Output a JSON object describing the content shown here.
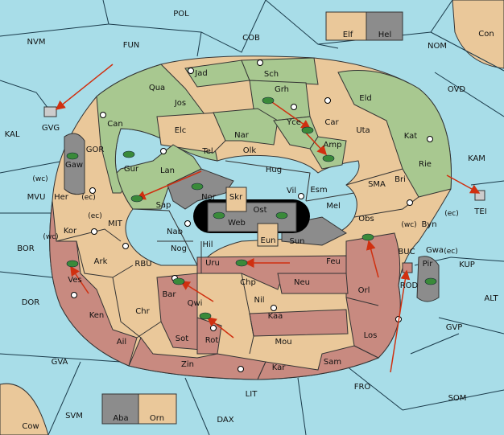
{
  "colors": {
    "sea": "#a8dde8",
    "land_neutral": "#eac89a",
    "land_green": "#a8c890",
    "land_red": "#c88a80",
    "land_grey": "#8c8c8c",
    "black": "#000000",
    "arrow": "#d03010",
    "unit": "#3a8a3a",
    "border": "#1a3a4a"
  },
  "sea_labels": [
    "POL",
    "NVM",
    "FUN",
    "COB",
    "NOM",
    "Con",
    "OVD",
    "KAL",
    "KAM",
    "GOR",
    "MIT",
    "MVU",
    "SMA",
    "BOR",
    "RBU",
    "BUC",
    "KUP",
    "DOR",
    "ALT",
    "GVP",
    "GVA",
    "FRO",
    "SOM",
    "LIT",
    "SVM",
    "DAX",
    "Cow",
    "GVG",
    "TEI",
    "ROD"
  ],
  "land_labels": [
    "Jad",
    "Sch",
    "Qua",
    "Grh",
    "Jos",
    "Eld",
    "Can",
    "Car",
    "Elc",
    "Nar",
    "Yce",
    "Uta",
    "Gaw",
    "Amp",
    "Kat",
    "Gur",
    "Tel",
    "Olk",
    "Lan",
    "Hug",
    "Rie",
    "Nor",
    "Vil",
    "Esm",
    "Bri",
    "Her",
    "Sap",
    "Skr",
    "Ost",
    "Mel",
    "Kor",
    "Web",
    "Nab",
    "Obs",
    "Byn",
    "Eun",
    "Sun",
    "Gwa",
    "Hil",
    "Ark",
    "Nog",
    "Pir",
    "Uru",
    "Feu",
    "Ves",
    "Chp",
    "Neu",
    "Orl",
    "Bar",
    "Qwi",
    "Nil",
    "Ken",
    "Chr",
    "Kaa",
    "Los",
    "Ail",
    "Sot",
    "Rot",
    "Mou",
    "Zin",
    "Kar",
    "Sam"
  ],
  "coast_labels": [
    "(wc)",
    "(ec)",
    "(ec)",
    "(wc)",
    "(ec)",
    "(wc)",
    "(ec)"
  ],
  "legend_boxes": {
    "top": [
      "Elf",
      "Hel"
    ],
    "bottom": [
      "Aba",
      "Orn"
    ]
  }
}
